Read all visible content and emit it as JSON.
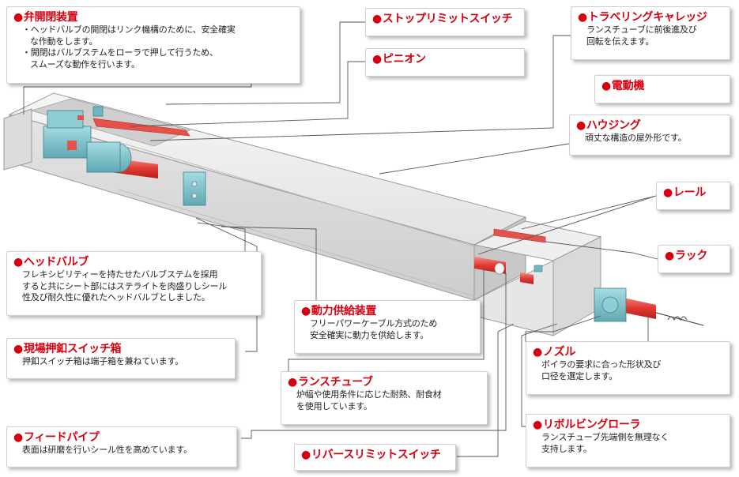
{
  "callouts": {
    "valve": {
      "title": "弁開閉装置",
      "lines": [
        "・ヘッドバルブの開閉はリンク機構のために、安全確実",
        "な作動をします。",
        "・開閉はバルブステムをローラで押して行うため、",
        "スムーズな動作を行います。"
      ]
    },
    "stop_limit": {
      "title": "ストップリミットスイッチ"
    },
    "pinion": {
      "title": "ピニオン"
    },
    "carriage": {
      "title": "トラベリングキャレッジ",
      "lines": [
        "ランスチューブに前後進及び",
        "回転を伝えます。"
      ]
    },
    "motor": {
      "title": "電動機"
    },
    "housing": {
      "title": "ハウジング",
      "lines": [
        "頑丈な構造の屋外形です。"
      ]
    },
    "rail": {
      "title": "レール"
    },
    "rack": {
      "title": "ラック"
    },
    "head_valve": {
      "title": "ヘッドバルブ",
      "lines": [
        "フレキシビリティーを持たせたバルブステムを採用",
        "すると共にシート部にはステライトを肉盛りしシール",
        "性及び耐久性に優れたヘッドバルブとしました。"
      ]
    },
    "power": {
      "title": "動力供給装置",
      "lines": [
        "フリーパワーケーブル方式のため",
        "安全確実に動力を供給します。"
      ]
    },
    "switch_box": {
      "title": "現場押釦スイッチ箱",
      "lines": [
        "押釦スイッチ箱は端子箱を兼ねています。"
      ]
    },
    "nozzle": {
      "title": "ノズル",
      "lines": [
        "ボイラの要求に合った形状及び",
        "口径を選定します。"
      ]
    },
    "lance": {
      "title": "ランスチューブ",
      "lines": [
        "炉幅や使用条件に応じた耐熱、耐食材",
        "を使用しています。"
      ]
    },
    "feed_pipe": {
      "title": "フィードパイプ",
      "lines": [
        "表面は研磨を行いシール性を高めています。"
      ]
    },
    "reverse_limit": {
      "title": "リバースリミットスイッチ"
    },
    "roller": {
      "title": "リボルビングローラ",
      "lines": [
        "ランスチューブ先端側を無理なく",
        "支持します。"
      ]
    }
  },
  "colors": {
    "accent": "#d7000f",
    "housing_light": "#ededed",
    "housing_mid": "#d6d6d6",
    "housing_dark": "#b9b9b9",
    "machine": "#7fc3cc",
    "machine_dark": "#4f9aa5",
    "pipe_red": "#e8413a",
    "leader": "#555555"
  },
  "icons": [
    "bullet-dot"
  ]
}
